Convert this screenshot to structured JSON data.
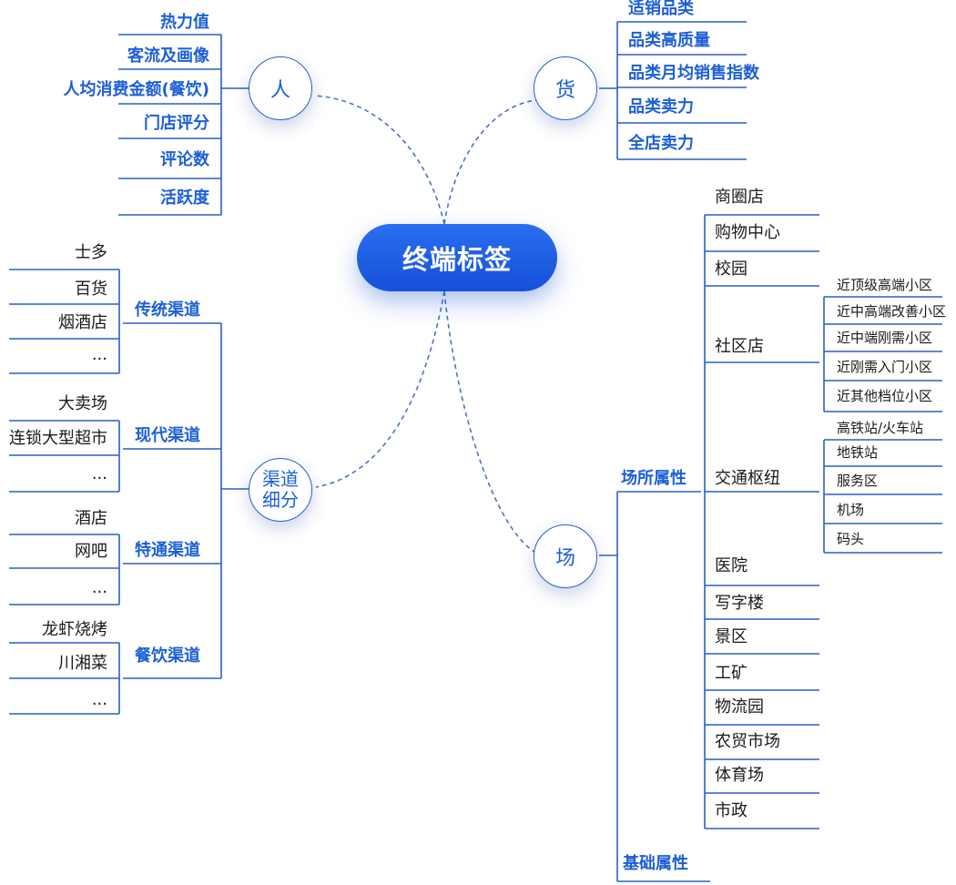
{
  "center": "终端标签",
  "ren": {
    "node": "人",
    "items": [
      "热力值",
      "客流及画像",
      "人均消费金额(餐饮)",
      "门店评分",
      "评论数",
      "活跃度"
    ]
  },
  "huo": {
    "node": "货",
    "items": [
      "适销品类",
      "品类高质量",
      "品类月均销售指数",
      "品类卖力",
      "全店卖力"
    ]
  },
  "qudao": {
    "node_line1": "渠道",
    "node_line2": "细分",
    "groups": [
      {
        "label": "传统渠道",
        "items": [
          "士多",
          "百货",
          "烟酒店",
          "..."
        ]
      },
      {
        "label": "现代渠道",
        "items": [
          "大卖场",
          "连锁大型超市",
          "..."
        ]
      },
      {
        "label": "特通渠道",
        "items": [
          "酒店",
          "网吧",
          "..."
        ]
      },
      {
        "label": "餐饮渠道",
        "items": [
          "龙虾烧烤",
          "川湘菜",
          "..."
        ]
      }
    ]
  },
  "chang": {
    "node": "场",
    "branches": [
      "场所属性",
      "基础属性"
    ],
    "places": [
      "商圈店",
      "购物中心",
      "校园",
      "社区店",
      "交通枢纽",
      "医院",
      "写字楼",
      "景区",
      "工矿",
      "物流园",
      "农贸市场",
      "体育场",
      "市政"
    ],
    "community": [
      "近顶级高端小区",
      "近中高端改善小区",
      "近中端刚需小区",
      "近刚需入门小区",
      "近其他档位小区"
    ],
    "transport": [
      "高铁站/火车站",
      "地铁站",
      "服务区",
      "机场",
      "码头"
    ]
  },
  "colors": {
    "line": "#2a5fc8",
    "text_blue": "#1c5fd6",
    "center_fill": "#1a5ce0"
  }
}
